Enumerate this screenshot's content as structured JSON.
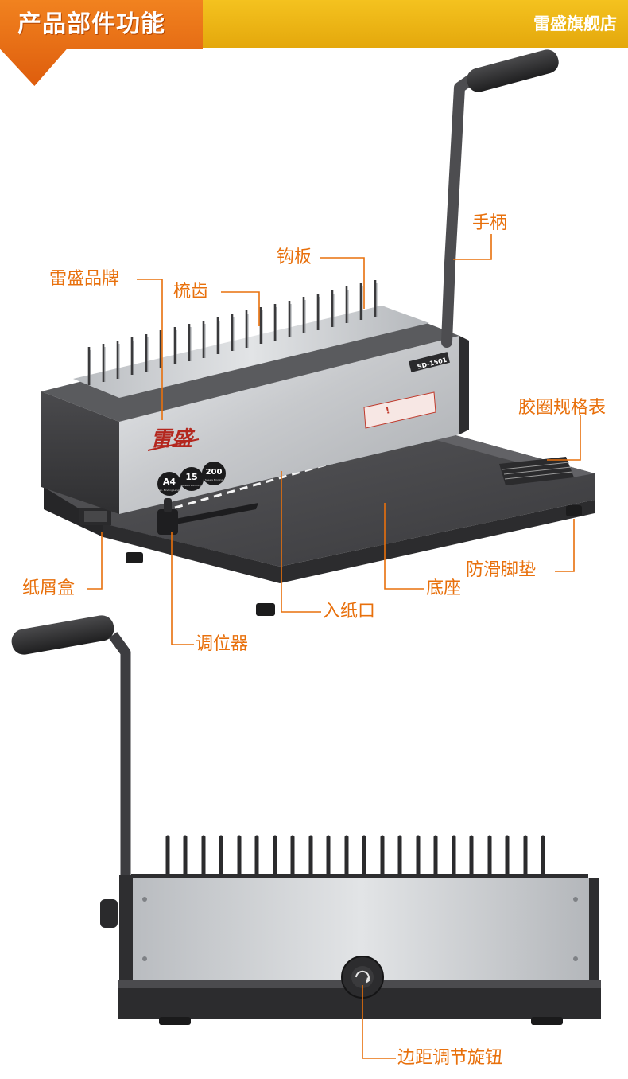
{
  "header": {
    "title": "产品部件功能",
    "shop_name": "雷盛旗舰店"
  },
  "machine_top": {
    "model": "SD-1501",
    "brand_logo_text": "雷盛",
    "badges": [
      {
        "big": "A4",
        "small": "Max. Binding Length"
      },
      {
        "big": "15",
        "small": "Sheets Punching"
      },
      {
        "big": "200",
        "small": "Sheets Binding"
      }
    ]
  },
  "labels": {
    "handle": "手柄",
    "hook_plate": "钩板",
    "brand": "雷盛品牌",
    "comb_teeth": "梳齿",
    "spec_table": "胶圈规格表",
    "anti_slip_pad": "防滑脚垫",
    "waste_box": "纸屑盒",
    "base": "底座",
    "paper_inlet": "入纸口",
    "adjuster": "调位器",
    "margin_knob": "边距调节旋钮"
  },
  "colors": {
    "accent": "#e8700c",
    "header_yellow": "#f0b817",
    "header_orange": "#e8700c",
    "machine_dark": "#3f3f42",
    "machine_silver": "#c9cbce"
  }
}
